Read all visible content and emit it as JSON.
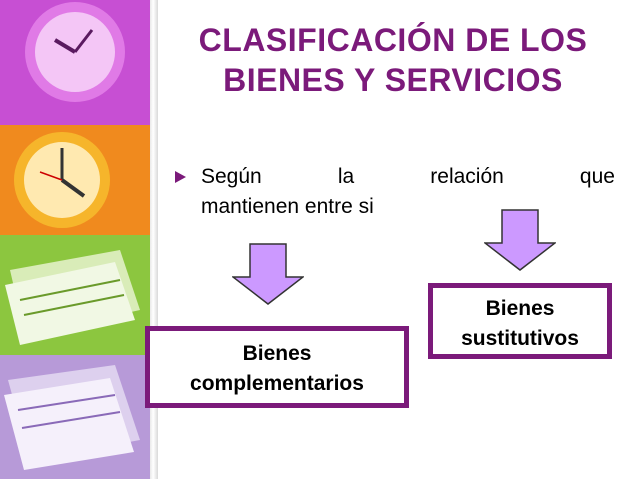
{
  "slide": {
    "title_line1": "CLASIFICACIÓN DE LOS",
    "title_line2": "BIENES Y SERVICIOS",
    "bullet_words": [
      "Según",
      "la",
      "relación",
      "que"
    ],
    "bullet_line2": "mantienen entre si",
    "box_complementarios": [
      "Bienes",
      "complementarios"
    ],
    "box_sustitutivos": [
      "Bienes",
      "sustitutivos"
    ]
  },
  "colors": {
    "accent": "#7b1a7a",
    "arrow_fill": "#cc99ff"
  },
  "icons": [
    "clock-image",
    "papers-image",
    "down-arrow-icon"
  ]
}
